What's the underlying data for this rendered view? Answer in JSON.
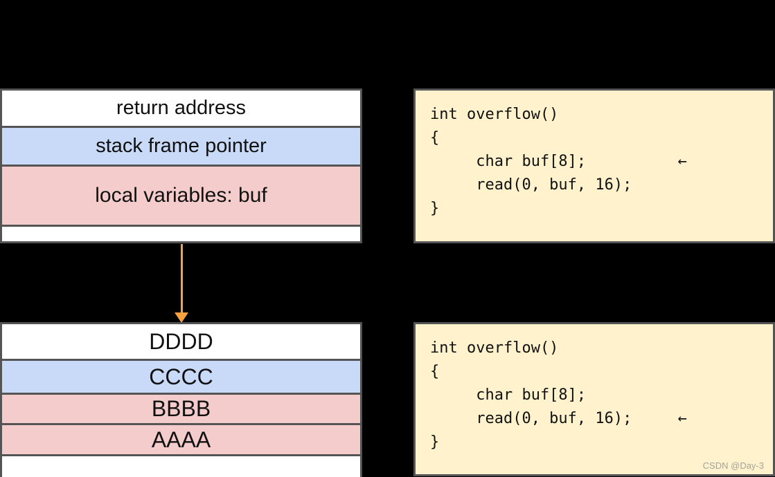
{
  "stack_before": {
    "rows": [
      {
        "label": "return address"
      },
      {
        "label": "stack frame pointer"
      },
      {
        "label": "local variables: buf"
      },
      {
        "label": ""
      }
    ]
  },
  "stack_after": {
    "rows": [
      {
        "label": "DDDD"
      },
      {
        "label": "CCCC"
      },
      {
        "label": "BBBB"
      },
      {
        "label": "AAAA"
      },
      {
        "label": ""
      }
    ]
  },
  "code_before": {
    "lines": [
      "int overflow()",
      "{",
      "     char buf[8];          ←",
      "     read(0, buf, 16);",
      "}"
    ]
  },
  "code_after": {
    "lines": [
      "int overflow()",
      "{",
      "     char buf[8];",
      "     read(0, buf, 16);     ←",
      "}"
    ]
  },
  "watermark": "CSDN @Day-3",
  "colors": {
    "background": "#000000",
    "row_white": "#ffffff",
    "row_blue": "#c9daf8",
    "row_pink": "#f4cccc",
    "code_background": "#fff2cc",
    "box_border": "#545454",
    "flow_arrow": "#f8a13e",
    "watermark_text": "#a3a39b"
  }
}
